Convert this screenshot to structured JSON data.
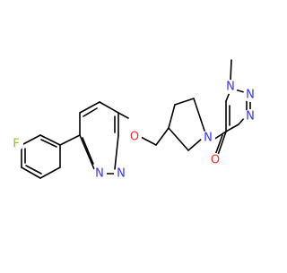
{
  "colors": {
    "background": "#ffffff",
    "bond": "#000000",
    "fluorine": "#8fbe3a",
    "nitrogen": "#3333ff",
    "oxygen": "#ff2a2a",
    "carbon": "#000000"
  },
  "labels": {
    "fluorine": "F",
    "oxygen_ether": "O",
    "oxygen_carbonyl": "O",
    "nitrogen_pyrrolidine": "N",
    "pyridazine_n1": "N",
    "pyridazine_n2": "N",
    "triazole_n1": "N",
    "triazole_n2": "N",
    "triazole_n3": "N"
  }
}
